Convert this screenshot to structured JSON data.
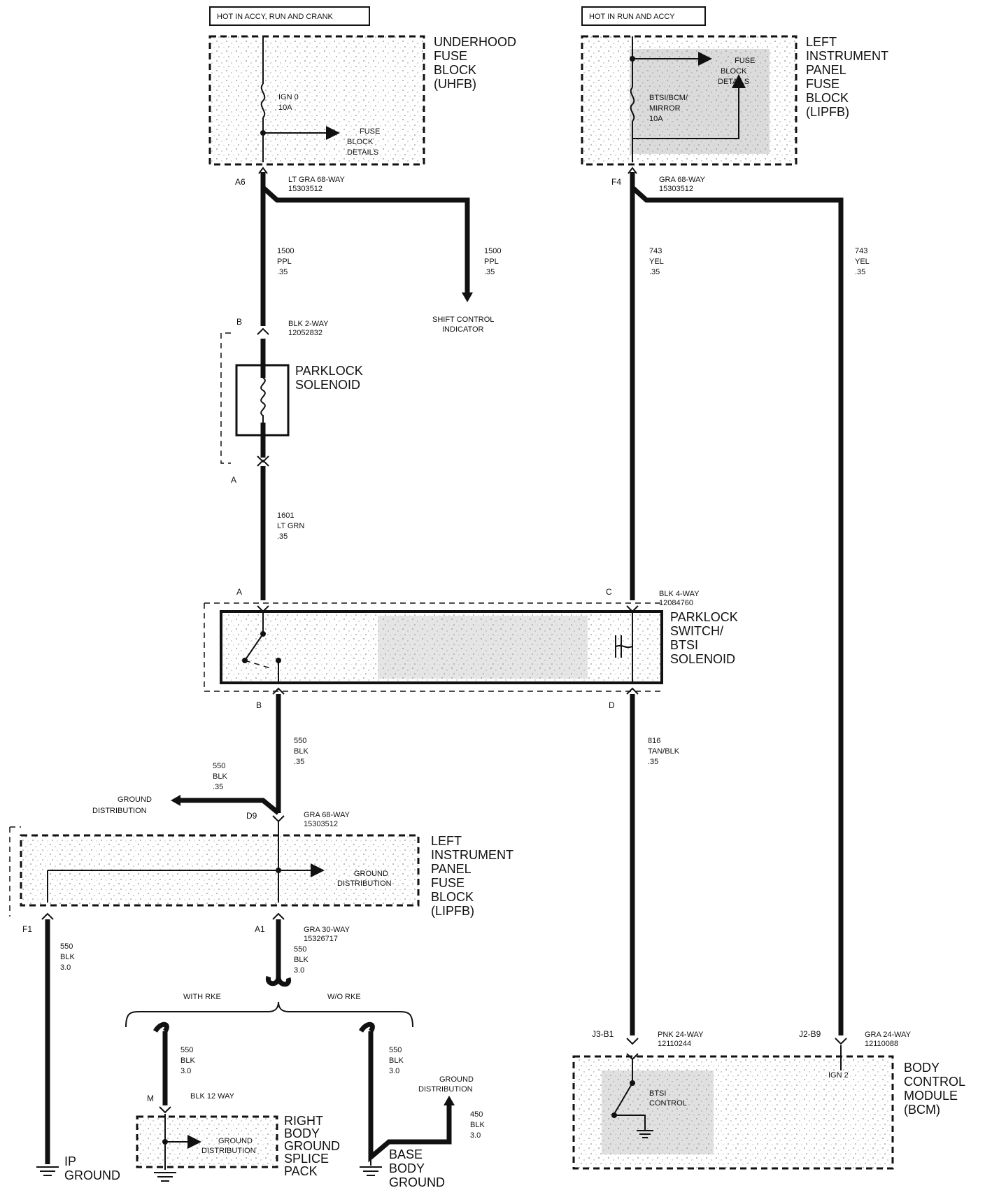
{
  "power_labels": {
    "left": "HOT IN ACCY, RUN AND CRANK",
    "right": "HOT IN RUN AND ACCY"
  },
  "uhfb": {
    "name": [
      "UNDERHOOD",
      "FUSE",
      "BLOCK",
      "(UHFB)"
    ],
    "fuse": [
      "IGN 0",
      "10A"
    ],
    "details": [
      "FUSE",
      "BLOCK",
      "DETAILS"
    ],
    "pin": "A6",
    "conn": [
      "LT GRA 68-WAY",
      "15303512"
    ]
  },
  "lipfb_top": {
    "name": [
      "LEFT",
      "INSTRUMENT",
      "PANEL",
      "FUSE",
      "BLOCK",
      "(LIPFB)"
    ],
    "fuse": [
      "BTSI/BCM/",
      "MIRROR",
      "10A"
    ],
    "details": [
      "FUSE",
      "BLOCK",
      "DETAILS"
    ],
    "pin": "F4",
    "conn": [
      "GRA 68-WAY",
      "15303512"
    ]
  },
  "wires": {
    "w1500a": [
      "1500",
      "PPL",
      ".35"
    ],
    "w1500b": [
      "1500",
      "PPL",
      ".35"
    ],
    "w743a": [
      "743",
      "YEL",
      ".35"
    ],
    "w743b": [
      "743",
      "YEL",
      ".35"
    ],
    "w1601": [
      "1601",
      "LT GRN",
      ".35"
    ],
    "w550a": [
      "550",
      "BLK",
      ".35"
    ],
    "w550b": [
      "550",
      "BLK",
      ".35"
    ],
    "w816": [
      "816",
      "TAN/BLK",
      ".35"
    ],
    "w550c": [
      "550",
      "BLK",
      "3.0"
    ],
    "w550d": [
      "550",
      "BLK",
      "3.0"
    ],
    "w550e": [
      "550",
      "BLK",
      "3.0"
    ],
    "w550f": [
      "550",
      "BLK",
      "3.0"
    ],
    "w450": [
      "450",
      "BLK",
      "3.0"
    ]
  },
  "shift_indicator": [
    "SHIFT CONTROL",
    "INDICATOR"
  ],
  "parklock_solenoid": {
    "name": [
      "PARKLOCK",
      "SOLENOID"
    ],
    "pin_top": "B",
    "pin_bottom": "A",
    "conn": [
      "BLK 2-WAY",
      "12052832"
    ]
  },
  "parklock_switch": {
    "name": [
      "PARKLOCK",
      "SWITCH/",
      "BTSI",
      "SOLENOID"
    ],
    "pin_a": "A",
    "pin_c": "C",
    "pin_b": "B",
    "pin_d": "D",
    "conn": [
      "BLK 4-WAY",
      "12084760"
    ]
  },
  "ground_dist_left": [
    "GROUND",
    "DISTRIBUTION"
  ],
  "lipfb_bottom": {
    "name": [
      "LEFT",
      "INSTRUMENT",
      "PANEL",
      "FUSE",
      "BLOCK",
      "(LIPFB)"
    ],
    "pin_d9": "D9",
    "conn_d9": [
      "GRA 68-WAY",
      "15303512"
    ],
    "ground": [
      "GROUND",
      "DISTRIBUTION"
    ],
    "pin_f1": "F1",
    "pin_a1": "A1",
    "conn_a1": [
      "GRA 30-WAY",
      "15326717"
    ]
  },
  "options": {
    "with": "WITH RKE",
    "without": "W/O RKE"
  },
  "right_body": {
    "pin": "M",
    "conn": "BLK 12 WAY",
    "ground": [
      "GROUND",
      "DISTRIBUTION"
    ],
    "name": [
      "RIGHT",
      "BODY",
      "GROUND",
      "SPLICE",
      "PACK"
    ]
  },
  "base_ground": {
    "dist": [
      "GROUND",
      "DISTRIBUTION"
    ],
    "name": [
      "BASE",
      "BODY",
      "GROUND"
    ]
  },
  "ip_ground": [
    "IP",
    "GROUND"
  ],
  "bcm": {
    "name": [
      "BODY",
      "CONTROL",
      "MODULE",
      "(BCM)"
    ],
    "pin_j3": "J3-B1",
    "conn_j3": [
      "PNK 24-WAY",
      "12110244"
    ],
    "pin_j2": "J2-B9",
    "conn_j2": [
      "GRA 24-WAY",
      "12110088"
    ],
    "ign": "IGN 2",
    "btsi": [
      "BTSI",
      "CONTROL"
    ]
  }
}
